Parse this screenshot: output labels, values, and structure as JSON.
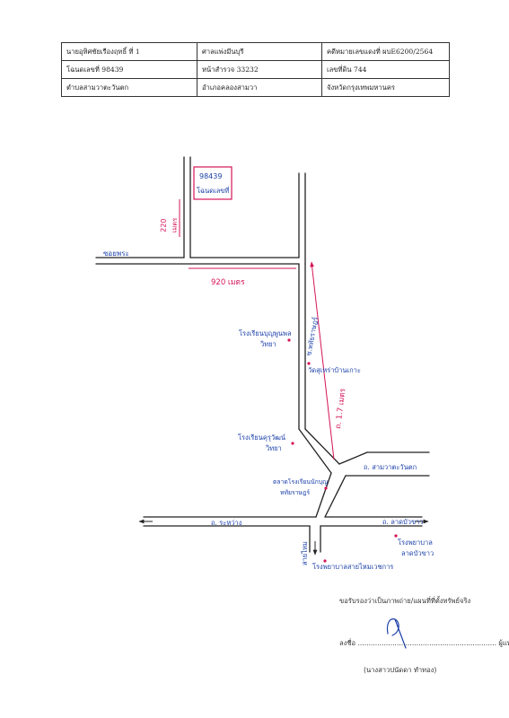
{
  "header": {
    "rows": [
      [
        "นายอุทิศชัยเรืองฤทธิ์ ที่ 1",
        "ศาลแพ่งมีนบุรี",
        "คดีหมายเลขแดงที่ ผบE6200/2564"
      ],
      [
        "โฉนดเลขที่   98439",
        "หน้าสำรวจ   33232",
        "เลขที่ดิน  744"
      ],
      [
        "ตำบลสามวาตะวันตก",
        "อำเภอคลองสามวา",
        "จังหวัดกรุงเทพมหานคร"
      ]
    ]
  },
  "map": {
    "parcel_label": [
      "98439",
      "โฉนดเลขที่"
    ],
    "side_distance": [
      "220",
      "เมตร"
    ],
    "top_distance": "920 เมตร",
    "long_distance": "ถ. 1.7 เมตร",
    "road_top_left": "ซอยพระ",
    "school_1": [
      "โรงเรียนบุญพูนพล",
      "วิทยา"
    ],
    "road_vertical": "ซ.หทัยราษฎร์",
    "temple_label": "วัดสุเหร่าบ้านเกาะ",
    "school_2": [
      "โรงเรียนคุรุวัฒน์",
      "วิทยา"
    ],
    "school_3": [
      "ตลาดโรงเรียนนักบุญ",
      "หทัยราษฎร์"
    ],
    "road_right": "ถ. สามวาตะวันตก",
    "road_bottom_left": "ถ. ระหว่าง",
    "road_bottom_vertical": "สายไหม",
    "road_bottom_right": "ถ. ลาดบัวขาว",
    "right_place": [
      "โรงพยาบาล",
      "ลาดบัวขาว"
    ],
    "bottom_place": "โรงพยาบาลสายไหมเวชการ"
  },
  "certification": {
    "statement": "ขอรับรองว่าเป็นภาพถ่าย/แผนที่ที่ตั้งทรัพย์จริง",
    "sign_prefix": "ลงชื่อ",
    "sign_suffix": "ผู้แทนโจทก์",
    "signer_name": "(นางสาวปนัดดา ทำทอง)"
  }
}
